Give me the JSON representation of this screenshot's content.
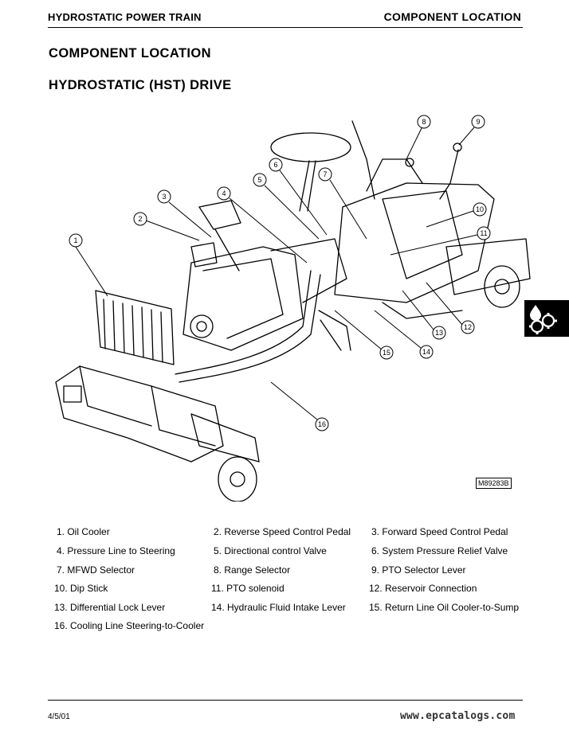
{
  "header": {
    "section": "HYDROSTATIC POWER TRAIN",
    "topic": "COMPONENT LOCATION"
  },
  "titles": {
    "main": "COMPONENT LOCATION",
    "sub": "HYDROSTATIC (HST) DRIVE"
  },
  "figure": {
    "id": "M89283B",
    "callouts": [
      "1",
      "2",
      "3",
      "4",
      "5",
      "6",
      "7",
      "8",
      "9",
      "10",
      "11",
      "12",
      "13",
      "14",
      "15",
      "16"
    ]
  },
  "legend": [
    "1. Oil Cooler",
    "2. Reverse Speed Control Pedal",
    "3. Forward Speed Control Pedal",
    "4. Pressure Line to Steering",
    "5. Directional control Valve",
    "6. System Pressure Relief Valve",
    "7. MFWD Selector",
    "8. Range Selector",
    "9. PTO Selector Lever",
    "10. Dip Stick",
    "11. PTO solenoid",
    "12. Reservoir Connection",
    "13. Differential Lock Lever",
    "14. Hydraulic Fluid Intake Lever",
    "15. Return Line Oil Cooler-to-Sump",
    "16. Cooling Line Steering-to-Cooler"
  ],
  "footer": {
    "date": "4/5/01",
    "watermark": "www.epcatalogs.com"
  },
  "tab_icon": "gears-oil-drop-icon"
}
